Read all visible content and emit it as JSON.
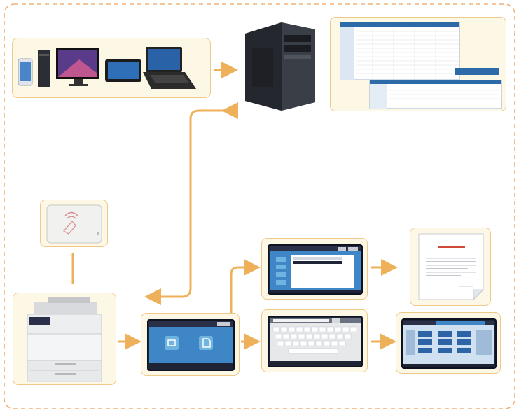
{
  "colors": {
    "frame_dash": "#f0b07a",
    "box_border": "#efc98a",
    "box_fill": "#fdf7e6",
    "arrow": "#eeb15a",
    "screen_blue": "#3f86c6",
    "screen_dark": "#1d2438"
  },
  "nodes": [
    {
      "id": "clients",
      "icons": [
        "smartphone-icon",
        "desktop-icon",
        "tablet-icon",
        "laptop-icon"
      ]
    },
    {
      "id": "server",
      "icons": [
        "tower-server-icon"
      ]
    },
    {
      "id": "web-console",
      "icons": [
        "spreadsheet-window-icon",
        "admin-window-icon"
      ]
    },
    {
      "id": "card-reader",
      "icons": [
        "card-reader-icon"
      ]
    },
    {
      "id": "printer",
      "icons": [
        "multifunction-printer-icon"
      ]
    },
    {
      "id": "panel-home",
      "icons": [
        "touch-panel-icon"
      ]
    },
    {
      "id": "panel-list",
      "icons": [
        "touch-panel-icon"
      ]
    },
    {
      "id": "panel-keyboard",
      "icons": [
        "touch-panel-icon"
      ]
    },
    {
      "id": "printed-doc",
      "icons": [
        "document-icon"
      ]
    },
    {
      "id": "panel-copy",
      "icons": [
        "touch-panel-icon"
      ]
    }
  ]
}
